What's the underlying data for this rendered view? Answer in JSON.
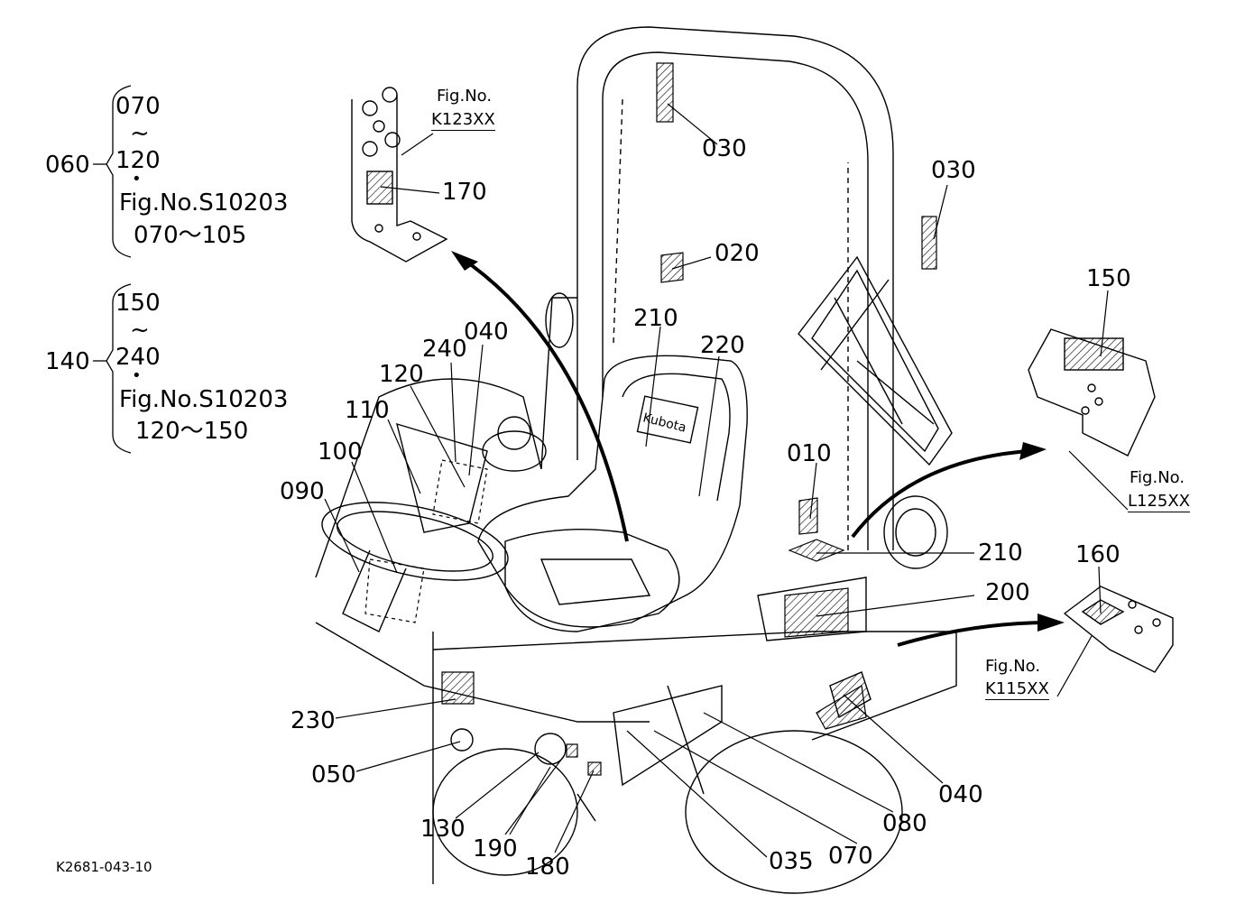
{
  "drawing_id": "K2681-043-10",
  "groups": [
    {
      "id": "060",
      "range_from": "070",
      "tilde": "~",
      "range_to": "120",
      "dot": "•",
      "fig_ref": "Fig.No.S10203",
      "fig_range": "070～105"
    },
    {
      "id": "140",
      "range_from": "150",
      "tilde": "~",
      "range_to": "240",
      "dot": "•",
      "fig_ref": "Fig.No.S10203",
      "fig_range": "120～150"
    }
  ],
  "figure_refs": {
    "top": {
      "caption": "Fig.No.",
      "number": "K123XX"
    },
    "right": {
      "caption": "Fig.No.",
      "number": "L125XX"
    },
    "bottom_right": {
      "caption": "Fig.No.",
      "number": "K115XX"
    }
  },
  "brand_logo_text": "Kubota",
  "callouts": {
    "c030a": "030",
    "c030b": "030",
    "c020": "020",
    "c170": "170",
    "c210a": "210",
    "c220": "220",
    "c240": "240",
    "c040a": "040",
    "c120": "120",
    "c110": "110",
    "c100": "100",
    "c090": "090",
    "c010": "010",
    "c150": "150",
    "c210b": "210",
    "c200": "200",
    "c160": "160",
    "c040b": "040",
    "c230": "230",
    "c050": "050",
    "c130": "130",
    "c190": "190",
    "c180": "180",
    "c035": "035",
    "c070": "070",
    "c080": "080"
  }
}
